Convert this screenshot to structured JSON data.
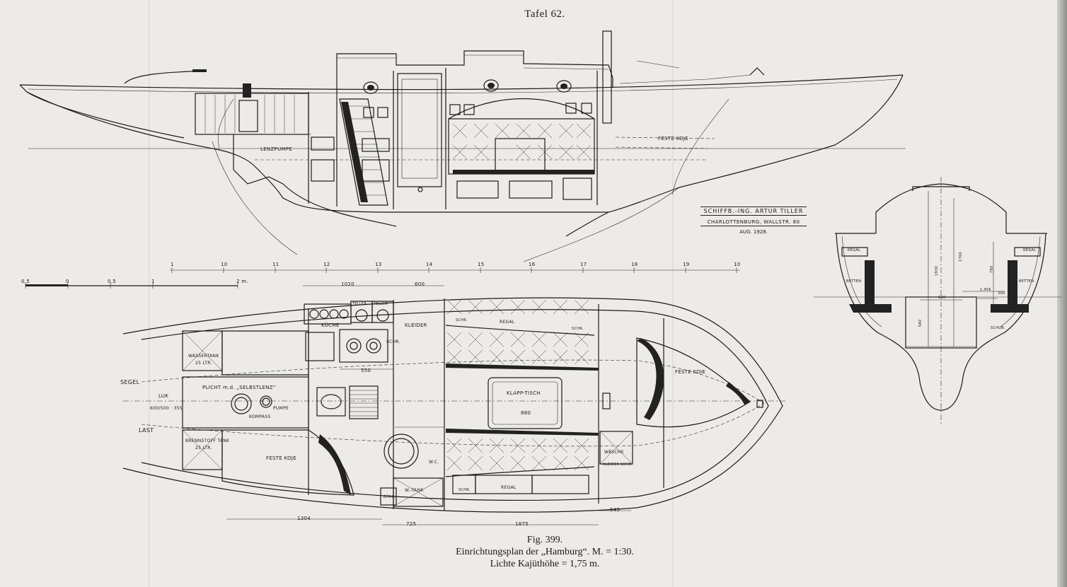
{
  "plate": {
    "title": "Tafel 62."
  },
  "caption": {
    "figure": "Fig. 399.",
    "line1": "Einrichtungsplan der „Hamburg“. M. = 1:30.",
    "line2": "Lichte Kajüthöhe = 1,75 m."
  },
  "stamp": {
    "designer": "SCHIFFB.-ING. ARTUR TILLER",
    "address": "CHARLOTTENBURG, WALLSTR. 80",
    "date": "AUG. 1928."
  },
  "profile_labels": {
    "lenzpumpe": "LENZPUMPE",
    "feste_koje": "FESTE KOJE"
  },
  "scale_bar": {
    "ticks": [
      "0,5",
      "0",
      "0,5",
      "1",
      "2 m."
    ]
  },
  "station_numbers": [
    "1",
    "10",
    "11",
    "12",
    "13",
    "14",
    "15",
    "16",
    "17",
    "18",
    "19",
    "10"
  ],
  "plan_labels": {
    "segel": "SEGEL",
    "last": "LAST",
    "luk": "LUK",
    "luk_dims": "600/500 · 355",
    "wassertank": "WASSERTANK",
    "wassertank_vol": "25 LTR.",
    "brennstofftank": "BRENNSTOFF TANK",
    "brennstofftank_vol": "25 LTR.",
    "plicht": "PLICHT m.d. „SELBSTLENZ“",
    "pumpe": "PUMPE",
    "kompass": "KOMPASS",
    "kuche": "KÜCHE",
    "teller1": "TELLER",
    "teller2": "TELLER",
    "kleider": "KLEIDER",
    "schr": "SCHR.",
    "schr2": "SCHR.",
    "schr3": "SCHR.",
    "schr4": "SCHR.",
    "regal1": "REGAL",
    "regal2": "REGAL",
    "klapptisch": "KLAPP-TISCH",
    "klapptisch_w": "880",
    "feste_koje1": "FESTE KOJE",
    "feste_koje2": "FESTE KOJE",
    "wasche": "WÄSCHE",
    "kleiderschr": "KLEIDER SCHR.",
    "wc": "W.C.",
    "wtank": "W.-TANK",
    "buro": "BÜRO",
    "dim_1020": "1020",
    "dim_600": "600",
    "dim_550": "550",
    "dim_1304": "1304",
    "dim_725": "725",
    "dim_1875": "1875",
    "dim_545": "545"
  },
  "section_labels": {
    "regal_l": "REGAL",
    "regal_r": "REGAL",
    "betten_l": "BETTEN",
    "betten_r": "BETTEN",
    "schub": "SCHUB.",
    "dim_1930": "1930",
    "dim_1760": "1760",
    "dim_790": "790",
    "dim_630": "630",
    "dim_300": "300",
    "dim_1456": "1.456",
    "dim_580": "580"
  }
}
